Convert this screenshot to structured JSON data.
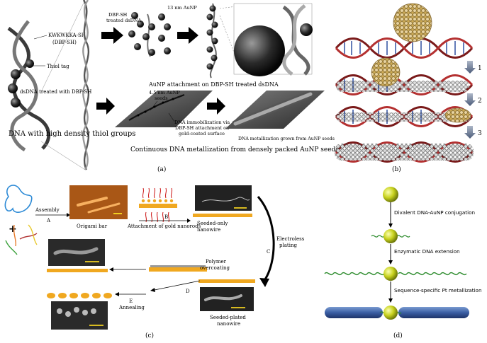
{
  "panel_a": {
    "label_kwk": "KWKWKKA-SH",
    "label_dbpsh": "(DBP-SH)",
    "label_thiol": "Thiol tag",
    "label_dsdna_treated": "dsDNA treated with DBP-SH",
    "label_dna_high": "DNA with high density thiol groups",
    "label_dbp_treated_1": "DBP-SH",
    "label_dbp_treated_2": "treated dsDNA",
    "label_13nm": "13 nm AuNP",
    "label_attachment": "AuNP attachment on DBP-SH treated dsDNA",
    "label_45nm_1": "4.5 nm AuNP",
    "label_45nm_2": "seeds",
    "label_immob_1": "DNA immobilization via",
    "label_immob_2": "DBP-SH attachment on",
    "label_immob_3": "gold-coated surface",
    "label_metal_grown": "DNA metallization grown from AuNP seeds",
    "label_continuous": "Continuous DNA metallization from densely packed AuNP seeds",
    "caption": "(a)"
  },
  "panel_b": {
    "step1": "1",
    "step2": "2",
    "step3": "3",
    "caption": "(b)"
  },
  "panel_c": {
    "assembly": "Assembly",
    "step_a": "A",
    "origami": "Origami bar",
    "step_b": "B",
    "attach_gold": "Attachment of gold nanorods",
    "seeded_only_1": "Seeded-only",
    "seeded_only_2": "nanowire",
    "electroless_1": "Electroless",
    "electroless_2": "plating",
    "step_c": "C",
    "polymer_1": "Polymer",
    "polymer_2": "overcoating",
    "step_d": "D",
    "step_e": "E",
    "annealing": "Annealing",
    "seeded_plated_1": "Seeded-plated",
    "seeded_plated_2": "nanowire",
    "caption": "(c)"
  },
  "panel_d": {
    "step1": "Divalent DNA-AuNP conjugation",
    "step2": "Enzymatic DNA extension",
    "step3": "Sequence-specific Pt metallization",
    "caption": "(d)"
  }
}
